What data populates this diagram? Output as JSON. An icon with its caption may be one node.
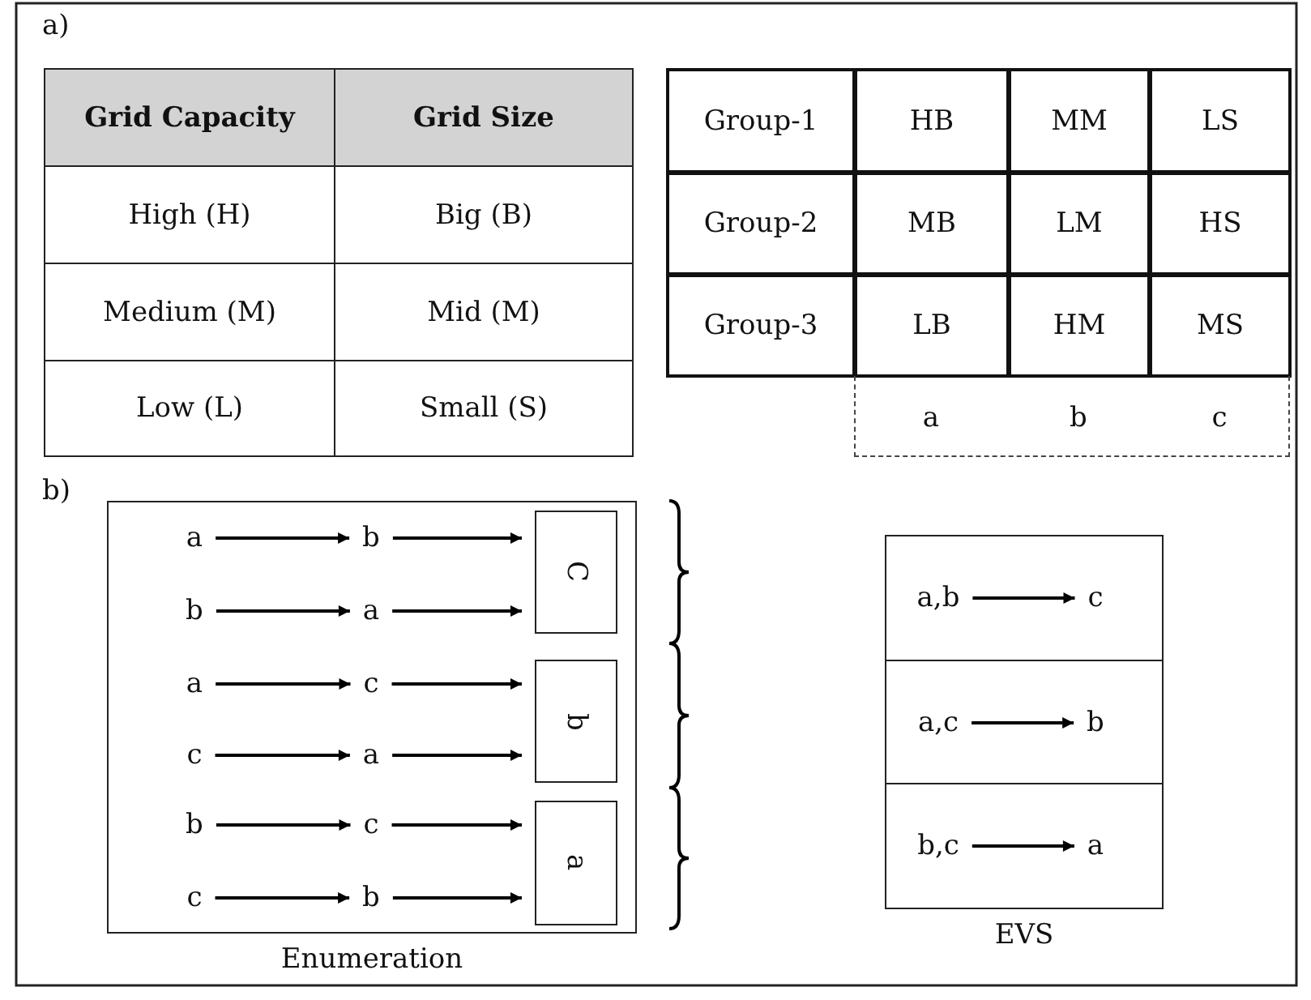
{
  "diagram": {
    "nodes": [
      {
        "text": [
          "Enumeration"
        ]
      },
      {
        "text": [
          "a"
        ],
        "in": 0
      },
      {
        "text": [
          "b"
        ],
        "in": 0
      },
      {
        "text": [
          "b"
        ],
        "in": 0
      },
      {
        "text": [
          "a"
        ],
        "in": 0
      },
      {
        "text": [
          "a"
        ],
        "in": 0
      },
      {
        "text": [
          "c"
        ],
        "in": 0
      },
      {
        "text": [
          "c"
        ],
        "in": 0
      },
      {
        "text": [
          "a"
        ],
        "in": 0
      },
      {
        "text": [
          "b"
        ],
        "in": 0
      },
      {
        "text": [
          "c"
        ],
        "in": 0
      },
      {
        "text": [
          "c"
        ],
        "in": 0
      },
      {
        "text": [
          "b"
        ],
        "in": 0
      },
      {
        "text": [
          "C"
        ],
        "in": 0
      },
      {
        "text": [
          "b"
        ],
        "in": 0
      },
      {
        "text": [
          "a"
        ],
        "in": 0
      },
      {
        "text": [
          "EVS"
        ]
      },
      {
        "text": [],
        "shape": "box",
        "in": 16
      },
      {
        "text": [],
        "shape": "box",
        "in": 16
      },
      {
        "text": [],
        "shape": "box",
        "in": 16
      },
      {
        "text": [
          "a,b"
        ],
        "in": 17
      },
      {
        "text": [
          "c"
        ],
        "in": 17
      },
      {
        "text": [
          "a,c"
        ],
        "in": 18
      },
      {
        "text": [
          "b"
        ],
        "in": 18
      },
      {
        "text": [
          "b,c"
        ],
        "in": 19
      },
      {
        "text": [
          "a"
        ],
        "in": 19
      }
    ],
    "edges": [
      {
        "from": 1,
        "to": 2,
        "arrow": "to"
      },
      {
        "from": 2,
        "to": 13,
        "arrow": "to"
      },
      {
        "from": 3,
        "to": 4,
        "arrow": "to"
      },
      {
        "from": 4,
        "to": 13,
        "arrow": "to"
      },
      {
        "from": 5,
        "to": 6,
        "arrow": "to"
      },
      {
        "from": 6,
        "to": 14,
        "arrow": "to"
      },
      {
        "from": 7,
        "to": 8,
        "arrow": "to"
      },
      {
        "from": 8,
        "to": 14,
        "arrow": "to"
      },
      {
        "from": 9,
        "to": 10,
        "arrow": "to"
      },
      {
        "from": 10,
        "to": 15,
        "arrow": "to"
      },
      {
        "from": 11,
        "to": 12,
        "arrow": "to"
      },
      {
        "from": 12,
        "to": 15,
        "arrow": "to"
      },
      {
        "from": 20,
        "to": 21,
        "arrow": "to"
      },
      {
        "from": 22,
        "to": 23,
        "arrow": "to"
      },
      {
        "from": 24,
        "to": 25,
        "arrow": "to"
      }
    ],
    "labels": [
      "a)",
      "Grid Capacity",
      "Grid Size",
      "High (H)",
      "Big (B)",
      "Medium (M)",
      "Mid (M)",
      "Low (L)",
      "Small (S)",
      "Group-1",
      "HB",
      "MM",
      "LS",
      "Group-2",
      "MB",
      "LM",
      "HS",
      "Group-3",
      "LB",
      "HM",
      "MS",
      "a",
      "b",
      "c",
      "b)"
    ]
  }
}
